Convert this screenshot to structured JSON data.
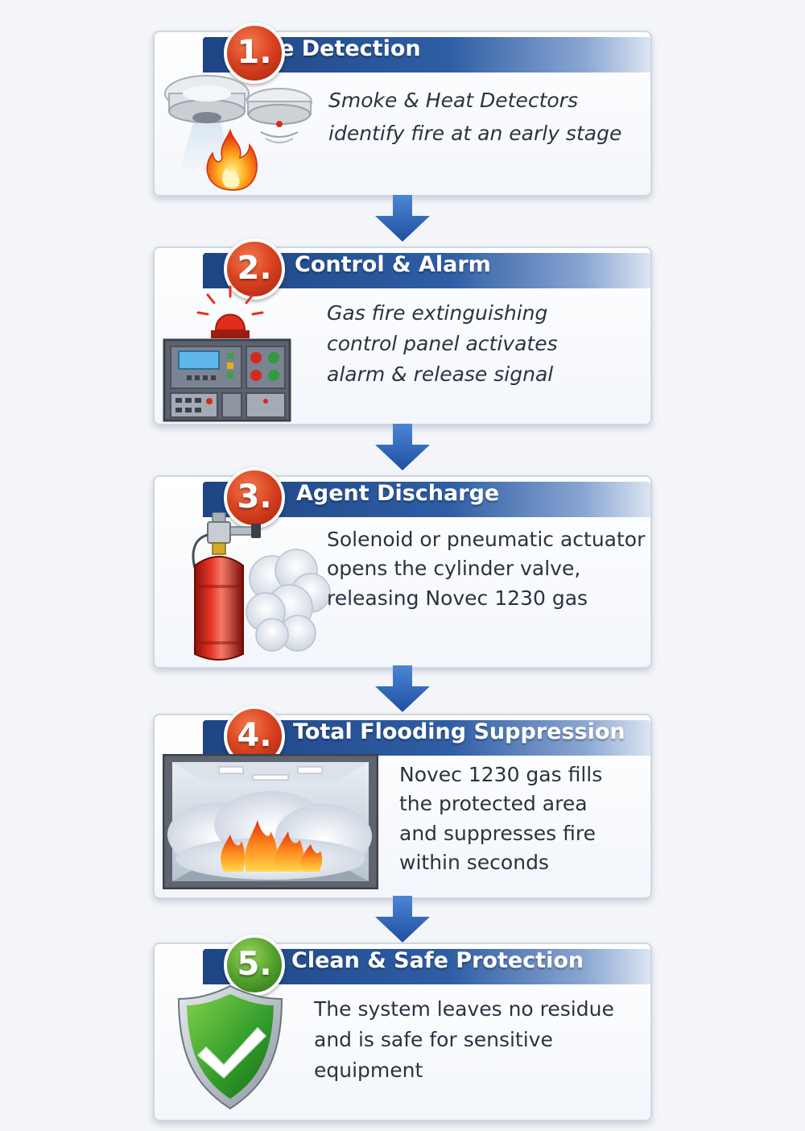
{
  "steps": [
    {
      "number": "1.",
      "title": "Fire Detection",
      "lines": [
        "Smoke & Heat Detectors",
        "identify fire at an early stage"
      ],
      "icon": "smoke-detector-icon",
      "badge_color": "#d8401e"
    },
    {
      "number": "2.",
      "title": "Control & Alarm",
      "lines": [
        "Gas fire extinguishing",
        "control panel activates",
        "alarm & release signal"
      ],
      "icon": "control-panel-icon",
      "badge_color": "#d8401e"
    },
    {
      "number": "3.",
      "title": "Agent Discharge",
      "lines": [
        "Solenoid or pneumatic actuator",
        "opens the cylinder valve,",
        "releasing Novec 1230 gas"
      ],
      "icon": "gas-cylinder-icon",
      "badge_color": "#d8401e"
    },
    {
      "number": "4.",
      "title": "Total Flooding Suppression",
      "lines": [
        "Novec 1230 gas fills",
        "the protected area",
        "and suppresses fire",
        "within seconds"
      ],
      "icon": "flooded-room-icon",
      "badge_color": "#d8401e"
    },
    {
      "number": "5.",
      "title": "Clean & Safe Protection",
      "lines": [
        "The system leaves no residue",
        "and is safe for sensitive",
        "equipment"
      ],
      "icon": "shield-check-icon",
      "badge_color": "#4f9d2a"
    }
  ],
  "colors": {
    "header_blue": "#1e4584",
    "arrow_blue": "#2a63b8",
    "badge_red": "#d8401e",
    "badge_green": "#4f9d2a"
  }
}
